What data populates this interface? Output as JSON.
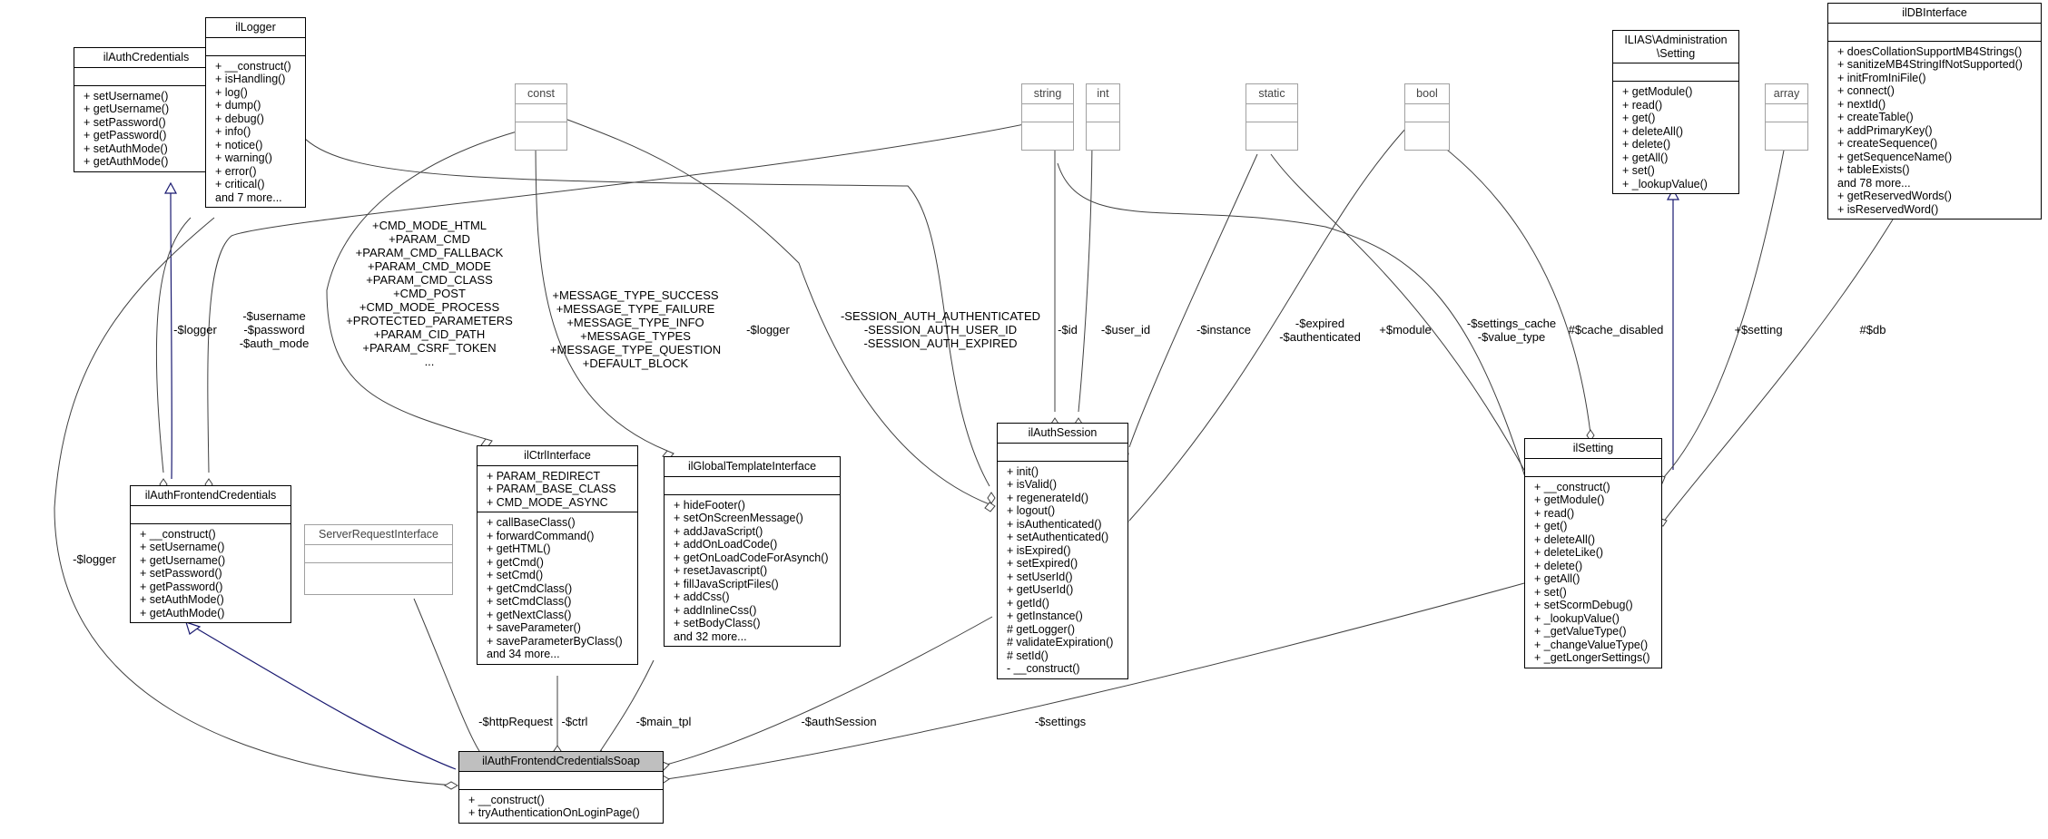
{
  "classes": {
    "ilAuthCredentials": {
      "name": "ilAuthCredentials",
      "attributes": [],
      "methods": [
        "+ setUsername()",
        "+ getUsername()",
        "+ setPassword()",
        "+ getPassword()",
        "+ setAuthMode()",
        "+ getAuthMode()"
      ]
    },
    "ilLogger": {
      "name": "ilLogger",
      "attributes": [],
      "methods": [
        "+ __construct()",
        "+ isHandling()",
        "+ log()",
        "+ dump()",
        "+ debug()",
        "+ info()",
        "+ notice()",
        "+ warning()",
        "+ error()",
        "+ critical()",
        "and 7 more..."
      ]
    },
    "const": {
      "name": "const",
      "attributes": [],
      "methods": []
    },
    "string": {
      "name": "string",
      "attributes": [],
      "methods": []
    },
    "int": {
      "name": "int",
      "attributes": [],
      "methods": []
    },
    "static": {
      "name": "static",
      "attributes": [],
      "methods": []
    },
    "bool": {
      "name": "bool",
      "attributes": [],
      "methods": []
    },
    "ILIAS_Administration_Setting": {
      "name": "ILIAS\\Administration\n\\Setting",
      "attributes": [],
      "methods": [
        "+ getModule()",
        "+ read()",
        "+ get()",
        "+ deleteAll()",
        "+ delete()",
        "+ getAll()",
        "+ set()",
        "+ _lookupValue()"
      ]
    },
    "array": {
      "name": "array",
      "attributes": [],
      "methods": []
    },
    "ilDBInterface": {
      "name": "ilDBInterface",
      "attributes": [],
      "methods": [
        "+ doesCollationSupportMB4Strings()",
        "+ sanitizeMB4StringIfNotSupported()",
        "+ initFromIniFile()",
        "+ connect()",
        "+ nextId()",
        "+ createTable()",
        "+ addPrimaryKey()",
        "+ createSequence()",
        "+ getSequenceName()",
        "+ tableExists()",
        "and 78 more...",
        "+ getReservedWords()",
        "+ isReservedWord()"
      ]
    },
    "ilAuthFrontendCredentials": {
      "name": "ilAuthFrontendCredentials",
      "attributes": [],
      "methods": [
        "+ __construct()",
        "+ setUsername()",
        "+ getUsername()",
        "+ setPassword()",
        "+ getPassword()",
        "+ setAuthMode()",
        "+ getAuthMode()"
      ]
    },
    "ServerRequestInterface": {
      "name": "ServerRequestInterface",
      "attributes": [],
      "methods": []
    },
    "ilCtrlInterface": {
      "name": "ilCtrlInterface",
      "attributes": [
        "+ PARAM_REDIRECT",
        "+ PARAM_BASE_CLASS",
        "+ CMD_MODE_ASYNC"
      ],
      "methods": [
        "+ callBaseClass()",
        "+ forwardCommand()",
        "+ getHTML()",
        "+ getCmd()",
        "+ setCmd()",
        "+ getCmdClass()",
        "+ setCmdClass()",
        "+ getNextClass()",
        "+ saveParameter()",
        "+ saveParameterByClass()",
        "and 34 more..."
      ]
    },
    "ilGlobalTemplateInterface": {
      "name": "ilGlobalTemplateInterface",
      "attributes": [],
      "methods": [
        "+ hideFooter()",
        "+ setOnScreenMessage()",
        "+ addJavaScript()",
        "+ addOnLoadCode()",
        "+ getOnLoadCodeForAsynch()",
        "+ resetJavascript()",
        "+ fillJavaScriptFiles()",
        "+ addCss()",
        "+ addInlineCss()",
        "+ setBodyClass()",
        "and 32 more..."
      ]
    },
    "ilAuthSession": {
      "name": "ilAuthSession",
      "attributes": [],
      "methods": [
        "+ init()",
        "+ isValid()",
        "+ regenerateId()",
        "+ logout()",
        "+ isAuthenticated()",
        "+ setAuthenticated()",
        "+ isExpired()",
        "+ setExpired()",
        "+ setUserId()",
        "+ getUserId()",
        "+ getId()",
        "+ getInstance()",
        "# getLogger()",
        "# validateExpiration()",
        "# setId()",
        "- __construct()"
      ]
    },
    "ilSetting": {
      "name": "ilSetting",
      "attributes": [],
      "methods": [
        "+ __construct()",
        "+ getModule()",
        "+ read()",
        "+ get()",
        "+ deleteAll()",
        "+ deleteLike()",
        "+ delete()",
        "+ getAll()",
        "+ set()",
        "+ setScormDebug()",
        "+ _lookupValue()",
        "+ _getValueType()",
        "+ _changeValueType()",
        "+ _getLongerSettings()"
      ]
    },
    "ilAuthFrontendCredentialsSoap": {
      "name": "ilAuthFrontendCredentialsSoap",
      "attributes": [],
      "methods": [
        "+ __construct()",
        "+ tryAuthenticationOnLoginPage()"
      ]
    }
  },
  "edge_labels": {
    "cred_logger": "-$logger",
    "cred_user": "-$username\n-$password\n-$auth_mode",
    "ctrl_consts": "+CMD_MODE_HTML\n+PARAM_CMD\n+PARAM_CMD_FALLBACK\n+PARAM_CMD_MODE\n+PARAM_CMD_CLASS\n+CMD_POST\n+CMD_MODE_PROCESS\n+PROTECTED_PARAMETERS\n+PARAM_CID_PATH\n+PARAM_CSRF_TOKEN\n...",
    "tpl_consts": "+MESSAGE_TYPE_SUCCESS\n+MESSAGE_TYPE_FAILURE\n+MESSAGE_TYPE_INFO\n+MESSAGE_TYPES\n+MESSAGE_TYPE_QUESTION\n+DEFAULT_BLOCK",
    "session_logger": "-$logger",
    "session_consts": "-SESSION_AUTH_AUTHENTICATED\n-SESSION_AUTH_USER_ID\n-SESSION_AUTH_EXPIRED",
    "session_id": "-$id",
    "session_user_id": "-$user_id",
    "session_instance": "-$instance",
    "session_expired": "-$expired\n-$authenticated",
    "setting_module": "+$module",
    "setting_cache": "-$settings_cache\n-$value_type",
    "setting_cache_disabled": "#$cache_disabled",
    "setting_setting": "+$setting",
    "setting_db": "#$db",
    "soap_logger": "-$logger",
    "soap_http": "-$httpRequest",
    "soap_ctrl": "-$ctrl",
    "soap_tpl": "-$main_tpl",
    "soap_session": "-$authSession",
    "soap_settings": "-$settings"
  },
  "colors": {
    "inheritance": "#191970",
    "association": "#404040",
    "highlight": "#bfbfbf",
    "primitive_border": "#a0a0a0"
  }
}
